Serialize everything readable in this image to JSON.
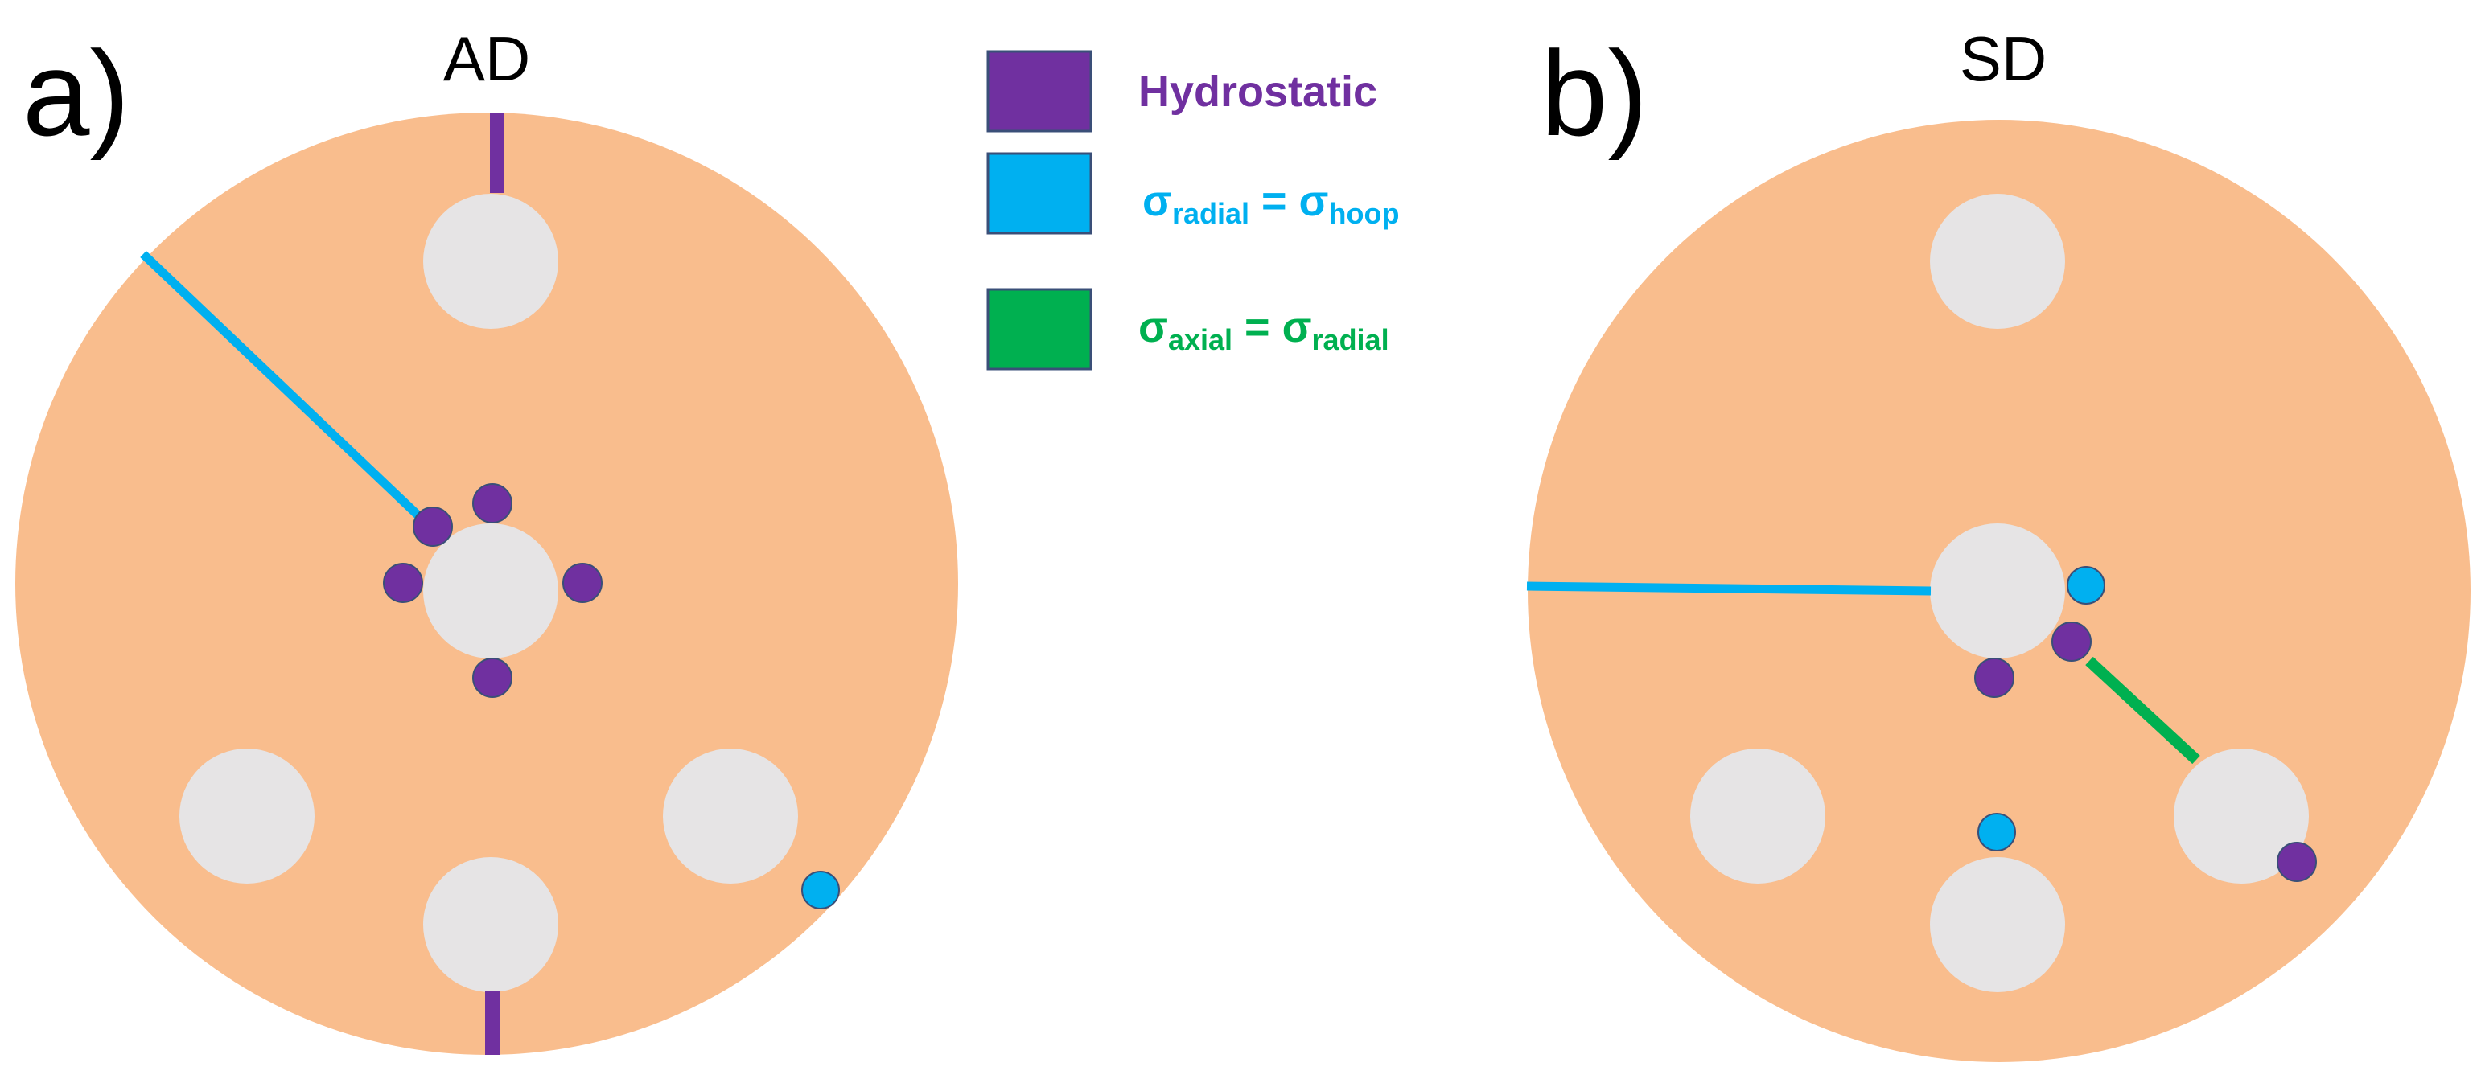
{
  "colors": {
    "matrix": "#f9bd8d",
    "hole": "#e6e4e5",
    "hydrostatic": "#7030a0",
    "radial_hoop": "#00b0f0",
    "axial_radial": "#00b050"
  },
  "panels": [
    {
      "letter": "a)",
      "title": "AD"
    },
    {
      "letter": "b)",
      "title": "SD"
    }
  ],
  "legend": {
    "hydrostatic": {
      "label": "Hydrostatic"
    },
    "radial_hoop": {
      "sym1": "σ",
      "sub1": "radial",
      "eq": " = ",
      "sym2": "σ",
      "sub2": "hoop"
    },
    "axial_radial": {
      "sym1": "σ",
      "sub1": "axial",
      "eq": " = ",
      "sym2": "σ",
      "sub2": "radial"
    }
  }
}
